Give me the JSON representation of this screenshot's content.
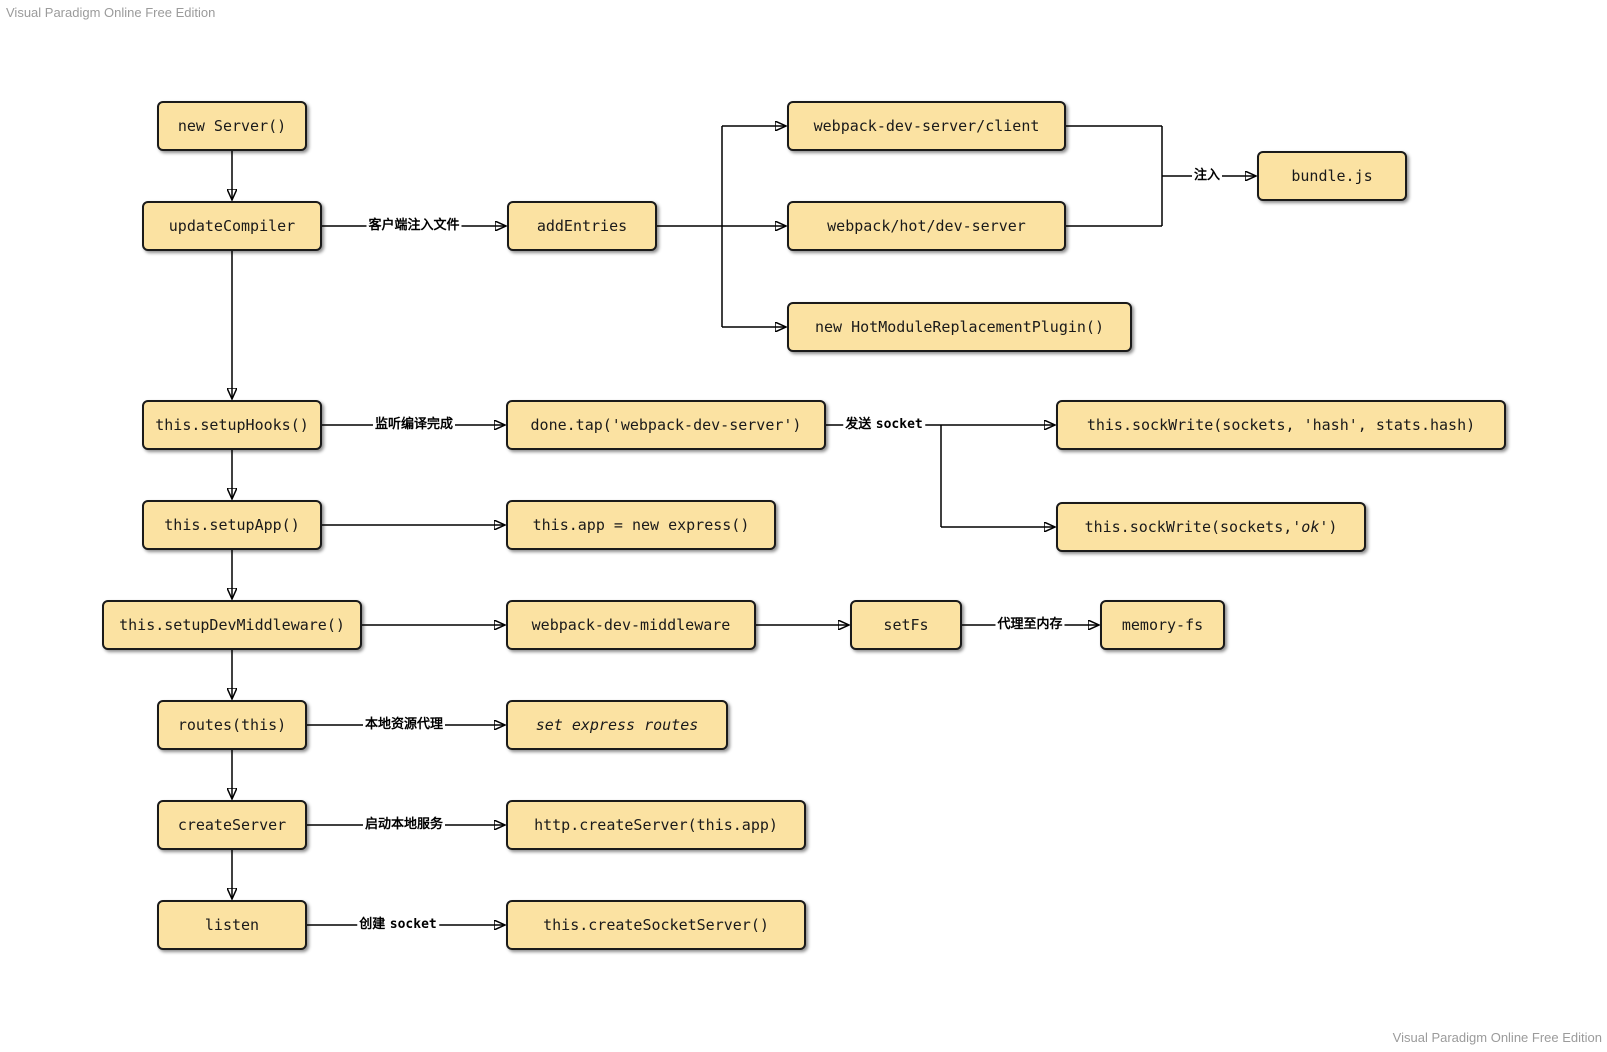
{
  "watermark": {
    "top_left": "Visual Paradigm Online Free Edition",
    "bottom_right": "Visual Paradigm Online Free Edition"
  },
  "colors": {
    "node_fill": "#FBE2A2",
    "node_border": "#1A1A1A",
    "connector": "#000000",
    "watermark_text": "#9B9B9B",
    "background": "#FFFFFF"
  },
  "diagram": {
    "nodes": {
      "new_server": {
        "label": "new Server()"
      },
      "update_compiler": {
        "label": "updateCompiler"
      },
      "add_entries": {
        "label": "addEntries"
      },
      "wds_client": {
        "label": "webpack-dev-server/client"
      },
      "hot_dev_server": {
        "label": "webpack/hot/dev-server"
      },
      "hmr_plugin": {
        "label": "new HotModuleReplacementPlugin()"
      },
      "bundle_js": {
        "label": "bundle.js"
      },
      "setup_hooks": {
        "label": "this.setupHooks()"
      },
      "done_tap": {
        "label": "done.tap('webpack-dev-server')"
      },
      "sockwrite_hash": {
        "label": "this.sockWrite(sockets, 'hash', stats.hash)"
      },
      "setup_app": {
        "label": "this.setupApp()"
      },
      "new_express": {
        "label": "this.app = new express()"
      },
      "sockwrite_ok": {
        "pre": "this.sockWrite(sockets, ",
        "italic": "'ok'",
        "post": ")"
      },
      "setup_dev_middleware": {
        "label": "this.setupDevMiddleware()"
      },
      "webpack_dev_middleware": {
        "label": "webpack-dev-middleware"
      },
      "set_fs": {
        "label": "setFs"
      },
      "memory_fs": {
        "label": "memory-fs"
      },
      "routes": {
        "label": "routes(this)"
      },
      "set_express_routes": {
        "label": "set express routes"
      },
      "create_server": {
        "label": "createServer"
      },
      "http_create_server": {
        "label": "http.createServer(this.app)"
      },
      "listen": {
        "label": "listen"
      },
      "create_socket_server": {
        "label": "this.createSocketServer()"
      }
    },
    "edge_labels": {
      "client_inject": "客户端注入文件",
      "inject": "注入",
      "listen_compile_done": "监听编译完成",
      "send_socket_pre": "发送 ",
      "send_socket_code": "socket",
      "proxy_to_memory": "代理至内存",
      "local_resource_proxy": "本地资源代理",
      "start_local_service": "启动本地服务",
      "create_socket_pre": "创建 ",
      "create_socket_code": "socket"
    },
    "edges": [
      {
        "from": "new Server()",
        "to": "updateCompiler",
        "label": null
      },
      {
        "from": "updateCompiler",
        "to": "addEntries",
        "label": "客户端注入文件"
      },
      {
        "from": "updateCompiler",
        "to": "this.setupHooks()",
        "label": null
      },
      {
        "from": "addEntries",
        "to": "webpack-dev-server/client",
        "label": null
      },
      {
        "from": "addEntries",
        "to": "webpack/hot/dev-server",
        "label": null
      },
      {
        "from": "addEntries",
        "to": "new HotModuleReplacementPlugin()",
        "label": null
      },
      {
        "from": "webpack-dev-server/client",
        "to": "bundle.js",
        "label": "注入"
      },
      {
        "from": "webpack/hot/dev-server",
        "to": "bundle.js",
        "label": "注入"
      },
      {
        "from": "this.setupHooks()",
        "to": "done.tap('webpack-dev-server')",
        "label": "监听编译完成"
      },
      {
        "from": "done.tap('webpack-dev-server')",
        "to": "this.sockWrite(sockets, 'hash', stats.hash)",
        "label": "发送 socket"
      },
      {
        "from": "done.tap('webpack-dev-server')",
        "to": "this.sockWrite(sockets, 'ok')",
        "label": "发送 socket"
      },
      {
        "from": "this.setupHooks()",
        "to": "this.setupApp()",
        "label": null
      },
      {
        "from": "this.setupApp()",
        "to": "this.app = new express()",
        "label": null
      },
      {
        "from": "this.setupApp()",
        "to": "this.setupDevMiddleware()",
        "label": null
      },
      {
        "from": "this.setupDevMiddleware()",
        "to": "webpack-dev-middleware",
        "label": null
      },
      {
        "from": "webpack-dev-middleware",
        "to": "setFs",
        "label": null
      },
      {
        "from": "setFs",
        "to": "memory-fs",
        "label": "代理至内存"
      },
      {
        "from": "this.setupDevMiddleware()",
        "to": "routes(this)",
        "label": null
      },
      {
        "from": "routes(this)",
        "to": "set express routes",
        "label": "本地资源代理"
      },
      {
        "from": "routes(this)",
        "to": "createServer",
        "label": null
      },
      {
        "from": "createServer",
        "to": "http.createServer(this.app)",
        "label": "启动本地服务"
      },
      {
        "from": "createServer",
        "to": "listen",
        "label": null
      },
      {
        "from": "listen",
        "to": "this.createSocketServer()",
        "label": "创建 socket"
      }
    ]
  }
}
